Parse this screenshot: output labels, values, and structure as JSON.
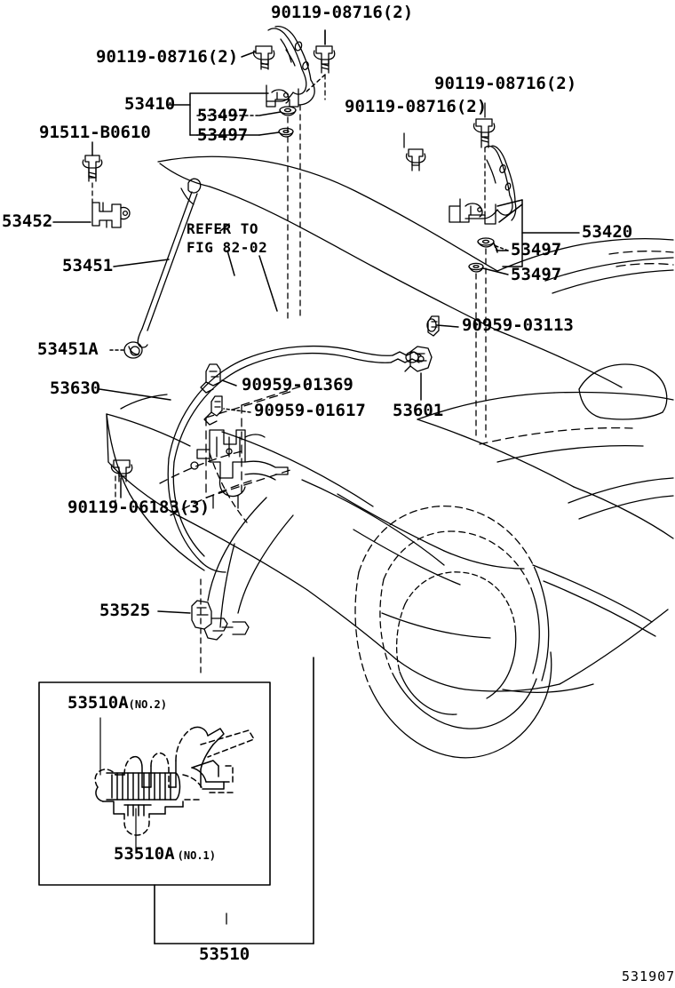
{
  "diagram": {
    "title": "Toyota hood lock / hinge parts diagram",
    "figure_id": "531907",
    "refer_note_line1": "REFER TO",
    "refer_note_line2": "FIG 82-02",
    "inset_bottom_label": "53510"
  },
  "labels": {
    "l_90119_08716_top": "90119-08716(2)",
    "l_90119_08716_left": "90119-08716(2)",
    "l_90119_08716_midr": "90119-08716(2)",
    "l_90119_08716_right": "90119-08716(2)",
    "l_53410": "53410",
    "l_53497_a": "53497",
    "l_53497_b": "53497",
    "l_53497_c": "53497",
    "l_53497_d": "53497",
    "l_53420": "53420",
    "l_91511_b0610": "91511-B0610",
    "l_53452": "53452",
    "l_53451": "53451",
    "l_53451a": "53451A",
    "l_53630": "53630",
    "l_90959_03113": "90959-03113",
    "l_90959_01369": "90959-01369",
    "l_90959_01617": "90959-01617",
    "l_53601": "53601",
    "l_90119_06183": "90119-06183(3)",
    "l_53525": "53525",
    "l_53510a_no2_num": "53510A",
    "l_53510a_no2_sfx": "(NO.2)",
    "l_53510a_no1_num": "53510A",
    "l_53510a_no1_sfx": "(NO.1)"
  },
  "colors": {
    "ink": "#000000",
    "paper": "#ffffff"
  }
}
